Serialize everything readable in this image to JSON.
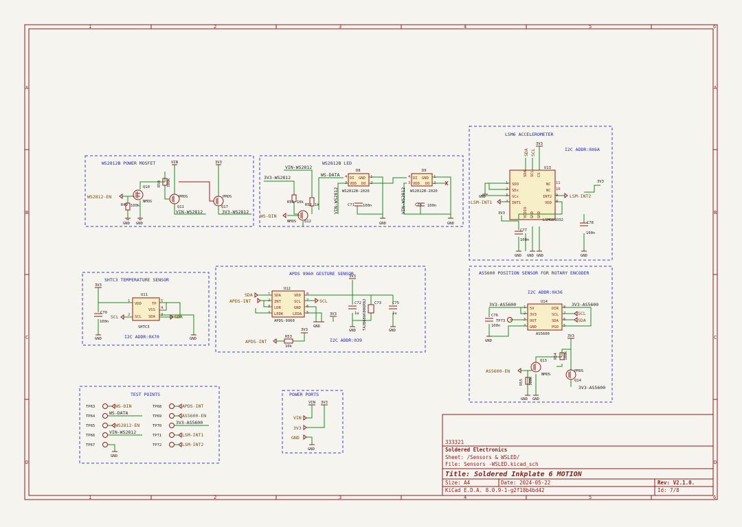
{
  "frame": {
    "cols": [
      "1",
      "2",
      "3",
      "4",
      "5",
      "6"
    ],
    "rows": [
      "A",
      "B",
      "C",
      "D"
    ]
  },
  "blocks": {
    "mosfet": {
      "title": "WS2812B POWER MOSFET",
      "labels": {
        "en": "WS2812-EN",
        "gnd1": "GND",
        "gnd2": "GND",
        "vin": "VIN",
        "v33": "3V3",
        "q10": "Q10",
        "nmos": "NMOS",
        "r49": "R49",
        "r49v": "100k",
        "r50": "R50",
        "r50v": "100k",
        "q11": "Q11",
        "pmos11": "PMOS",
        "q17": "Q17",
        "pmos17": "PMOS",
        "vinws": "VIN-WS2812",
        "v33ws": "3V3-WS2812"
      }
    },
    "led": {
      "title": "WS2812B LED",
      "labels": {
        "vinws": "VIN-WS2812",
        "v33ws": "3V3-WS2812",
        "wsdata": "WS-DATA",
        "wsdin": "WS-DIN",
        "r51": "R51",
        "r51v": "10k",
        "r52": "R52",
        "r52v": "1k",
        "q12": "Q12",
        "nmos": "NMOS",
        "d8": "D8",
        "d9": "D9",
        "di": "DI",
        "gnd": "GND",
        "vdd": "VDD",
        "do": "DO",
        "d8part": "WS2812B-2020",
        "d9part": "WS2812B-2020",
        "vinrot1": "VIN-WS2812",
        "vinrot2": "VIN-WS2812",
        "c71": "C71",
        "c71v": "100n",
        "c74": "C74",
        "c74v": "100n",
        "gnd1": "GND",
        "gnd2": "GND",
        "p4": "4",
        "p3": "3",
        "p1": "1",
        "p2": "2"
      }
    },
    "lsm": {
      "title": "LSM6 ACCELEROMETER",
      "addr": "I2C ADDR:0X6A",
      "labels": {
        "v33top": "3V3",
        "sda": "SDA",
        "scl": "SCL",
        "u13": "U13",
        "sdo": "SDO",
        "sdx": "SDx",
        "scx": "SCx",
        "int1": "INT1",
        "nc1": "NC",
        "nc2": "NC",
        "int2": "INT2",
        "vdd": "VDD",
        "vddio": "VDDIO",
        "gnd1": "GND",
        "gnd2": "GND",
        "part": "LSM6DSO32",
        "lsmint1": "LSM-INT1",
        "lsmint2": "LSM-INT2",
        "v33l": "3V3",
        "v33r": "3V3",
        "c77": "C77",
        "c77v": "100n",
        "c78": "C78",
        "c78v": "100n",
        "g1": "GND",
        "g2": "GND",
        "g3": "GND",
        "g4": "GND",
        "g5": "GND",
        "cs": "CS",
        "p1": "1",
        "p2": "2",
        "p3": "3",
        "p4": "4",
        "p11": "11",
        "p10": "10",
        "p9": "9",
        "p8": "8"
      }
    },
    "shtc3": {
      "title": "SHTC3 TEMPERATURE SENSOR",
      "addr": "I2C ADDR:0X70",
      "labels": {
        "v33": "3V3",
        "u11": "U11",
        "vdd": "VDD",
        "tp": "TP",
        "vss": "VSS",
        "scl": "SCL",
        "sda": "SDA",
        "part": "SHTC3",
        "c70": "C70",
        "c70v": "100n",
        "sclnet": "SCL",
        "sdanet": "SDA",
        "g1": "GND",
        "g2": "GND",
        "p1": "1",
        "p5": "5",
        "p4": "4",
        "p3": "3",
        "p2": "2"
      }
    },
    "apds": {
      "title": "APDS 9960 GESTURE SENSOR",
      "addr": "I2C ADDR:039",
      "labels": {
        "u12": "U12",
        "sda": "SDA",
        "int": "INT",
        "ldr": "LDR",
        "ledk": "LEDK",
        "vdd": "VDD",
        "scl": "SCL",
        "gnd": "GND",
        "leda": "LEDA",
        "part": "APDS-9960",
        "sdanet": "SDA",
        "apdsint": "APDS-INT",
        "sclnet": "SCL",
        "v33a": "3V3",
        "v33b": "3V3",
        "v33c": "3V3",
        "c72": "C72",
        "c72v": "1u",
        "c73": "C73",
        "c73part": "TAJB686K006RNJ",
        "c75": "C75",
        "c75v": "1u",
        "r53": "R53",
        "r53v": "10k",
        "apdsint2": "APDS-INT",
        "g1": "GND",
        "g2": "GND",
        "g3": "GND",
        "p1": "1",
        "p2": "2",
        "p3": "3",
        "p4": "4",
        "p8": "8",
        "p7": "7",
        "p6": "6",
        "p5": "5"
      }
    },
    "as5600": {
      "title": "AS5600 POSITION SENSOR FOR ROTARY ENCODER",
      "addr": "I2C ADDR:0X36",
      "labels": {
        "u14": "U14",
        "v5": "5V",
        "v3": "3V3",
        "out": "OUT",
        "gnd": "GND",
        "dir": "DIR",
        "scl": "SCL",
        "sda": "SDA",
        "pgo": "PGO",
        "part": "AS5600",
        "v33as_l": "3V3-AS5600",
        "v33as_r": "3V3-AS5600",
        "sclnet": "SCL",
        "sdanet": "SDA",
        "tp73": "TP73",
        "c76": "C76",
        "c76v": "100n",
        "gnd1": "GND",
        "v33": "3V3",
        "q13": "Q13",
        "nmos": "NMOS",
        "q14": "Q14",
        "pmos": "PMOS",
        "r54": "R54",
        "r54v": "100k",
        "r55": "R55",
        "r55v": "100k",
        "en": "AS5600-EN",
        "g2": "GND",
        "g3": "GND",
        "v33as_b": "3V3-AS5600",
        "p1": "1",
        "p2": "2",
        "p3": "3",
        "p4": "4",
        "p8": "8",
        "p7": "7",
        "p6": "6",
        "p5": "5"
      }
    },
    "testpoints": {
      "title": "TEST POINTS",
      "left": [
        {
          "tp": "TP63",
          "net": "WS-DIN"
        },
        {
          "tp": "TP64",
          "net": "WS-DATA"
        },
        {
          "tp": "TP65",
          "net": "WS2812-EN"
        },
        {
          "tp": "TP66",
          "net": "VIN-WS2812"
        },
        {
          "tp": "TP67",
          "net": "GND"
        }
      ],
      "right": [
        {
          "tp": "TP68",
          "net": "APDS-INT"
        },
        {
          "tp": "TP69",
          "net": "AS5600-EN"
        },
        {
          "tp": "TP70",
          "net": "3V3-AS5600"
        },
        {
          "tp": "TP71",
          "net": "LSM-INT1"
        },
        {
          "tp": "TP72",
          "net": "LSM-INT2"
        }
      ]
    },
    "power": {
      "title": "POWER PORTS",
      "labels": {
        "vin": "VIN",
        "v33": "3V3",
        "vinp": "VIN",
        "v33p": "3V3",
        "gndp": "GND",
        "gnd": "GND"
      }
    }
  },
  "titleblock": {
    "id": "333321",
    "company": "Soldered Electronics",
    "sheet": "Sheet: /Sensors & WSLED/",
    "file": "File: Sensors -WSLED.kicad_sch",
    "title": "Title: Soldered Inkplate 6 MOTION",
    "size": "Size: A4",
    "date": "Date: 2024-05-22",
    "rev": "Rev: V2.1.0.",
    "tool": "KiCad E.D.A. 8.0.9-1-g2f18b4bd42",
    "sheetid": "Id: 7/8"
  }
}
